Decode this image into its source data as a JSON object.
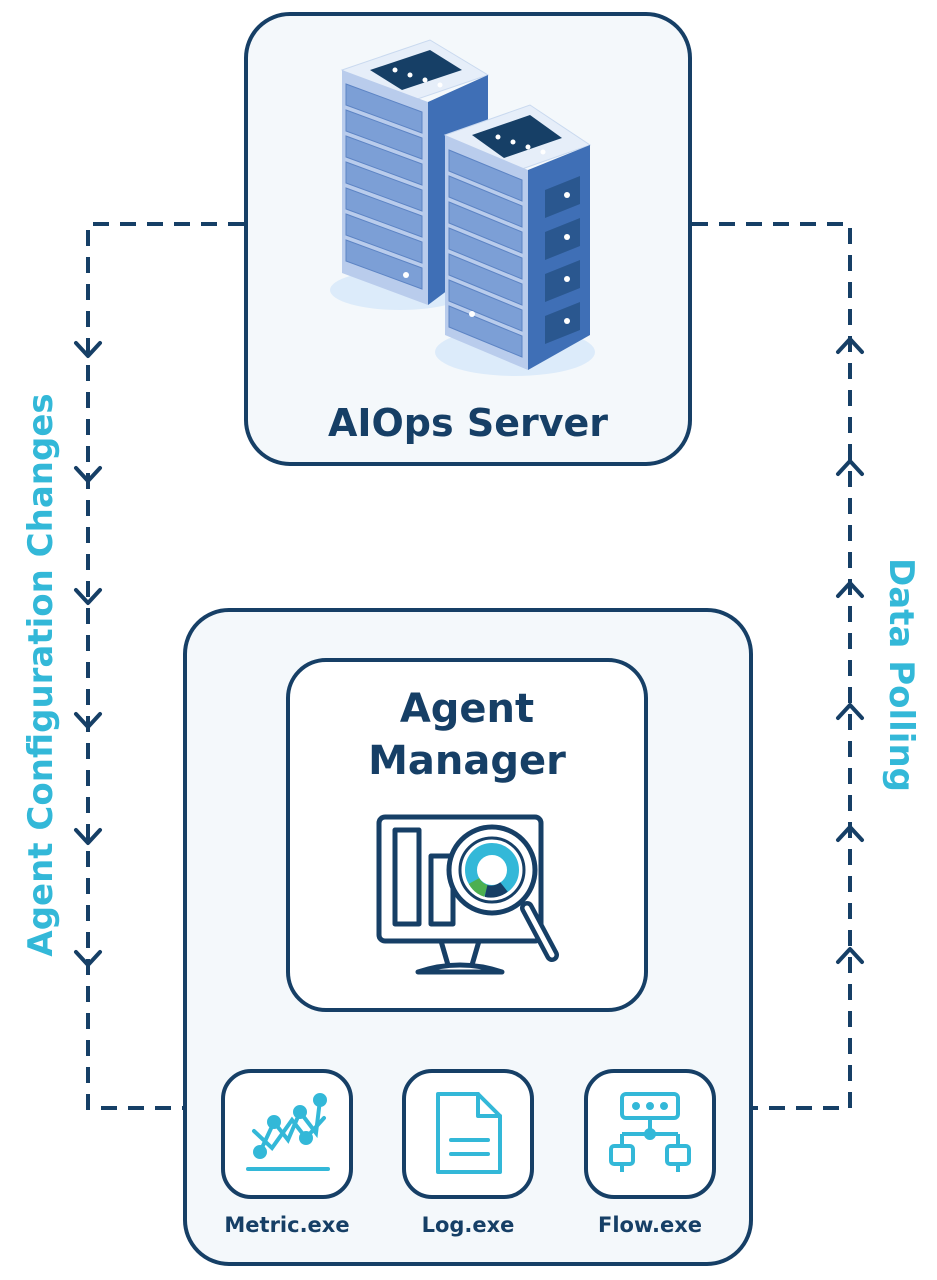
{
  "server": {
    "title": "AIOps Server",
    "icon": "server-rack-icon"
  },
  "agent_manager": {
    "title_line1": "Agent",
    "title_line2": "Manager",
    "icon": "monitor-analytics-icon"
  },
  "left_flow": {
    "label": "Agent Configuration Changes",
    "direction": "down",
    "arrow_count": 6
  },
  "right_flow": {
    "label": "Data Polling",
    "direction": "up",
    "arrow_count": 6
  },
  "agents": [
    {
      "label": "Metric.exe",
      "icon": "metric-chart-icon"
    },
    {
      "label": "Log.exe",
      "icon": "document-icon"
    },
    {
      "label": "Flow.exe",
      "icon": "flow-network-icon"
    }
  ],
  "colors": {
    "navy": "#163f66",
    "cyan": "#33b8d8",
    "panel": "#f4f8fb",
    "server_blue": "#6d94cf"
  }
}
